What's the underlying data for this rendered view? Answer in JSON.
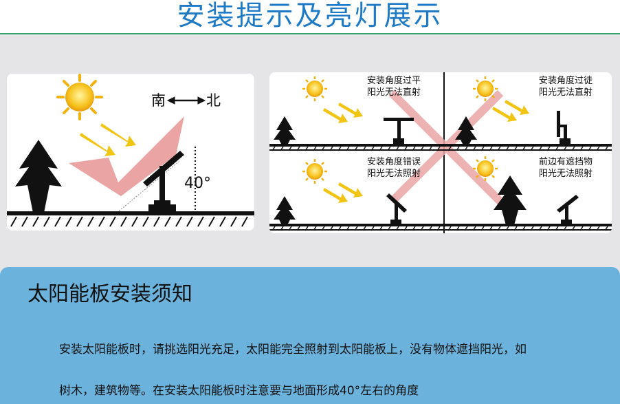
{
  "header": {
    "title": "安装提示及亮灯展示"
  },
  "left_card": {
    "compass_south": "南",
    "compass_north": "北",
    "angle": "40°"
  },
  "right_panels": [
    {
      "line1": "安装角度过平",
      "line2": "阳光无法直射"
    },
    {
      "line1": "安装角度过徒",
      "line2": "阳光无法直射"
    },
    {
      "line1": "安装角度错误",
      "line2": "阳光无法照射"
    },
    {
      "line1": "前边有遮挡物",
      "line2": "阳光无法照射"
    }
  ],
  "info": {
    "title": "太阳能板安装须知",
    "line1": "安装太阳能板时，请挑选阳光充足，太阳能完全照射到太阳能板上，没有物体遮挡阳光，如",
    "line2": "树木，建筑物等。在安装太阳能板时注意要与地面形成40°左右的角度"
  },
  "colors": {
    "title": "#1e79c7",
    "header_line": "#35a36c",
    "sun": "#f7b51a",
    "check": "#e99a9a",
    "info_bg": "#6bb2dc"
  }
}
